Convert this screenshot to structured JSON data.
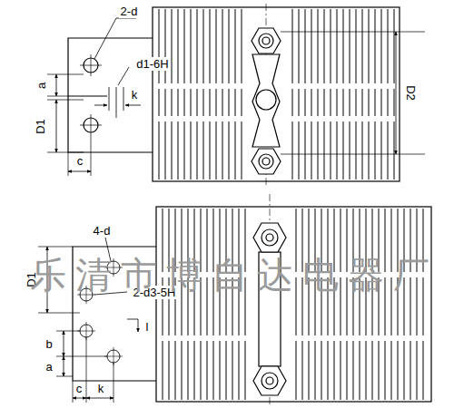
{
  "diagram": {
    "labels": [
      "2-d",
      "d1-6H",
      "a",
      "k",
      "D1",
      "c",
      "D2",
      "4-d",
      "2-d3-5H",
      "l",
      "D1",
      "b",
      "a",
      "c",
      "k",
      "乐清市博自达电器厂"
    ]
  }
}
